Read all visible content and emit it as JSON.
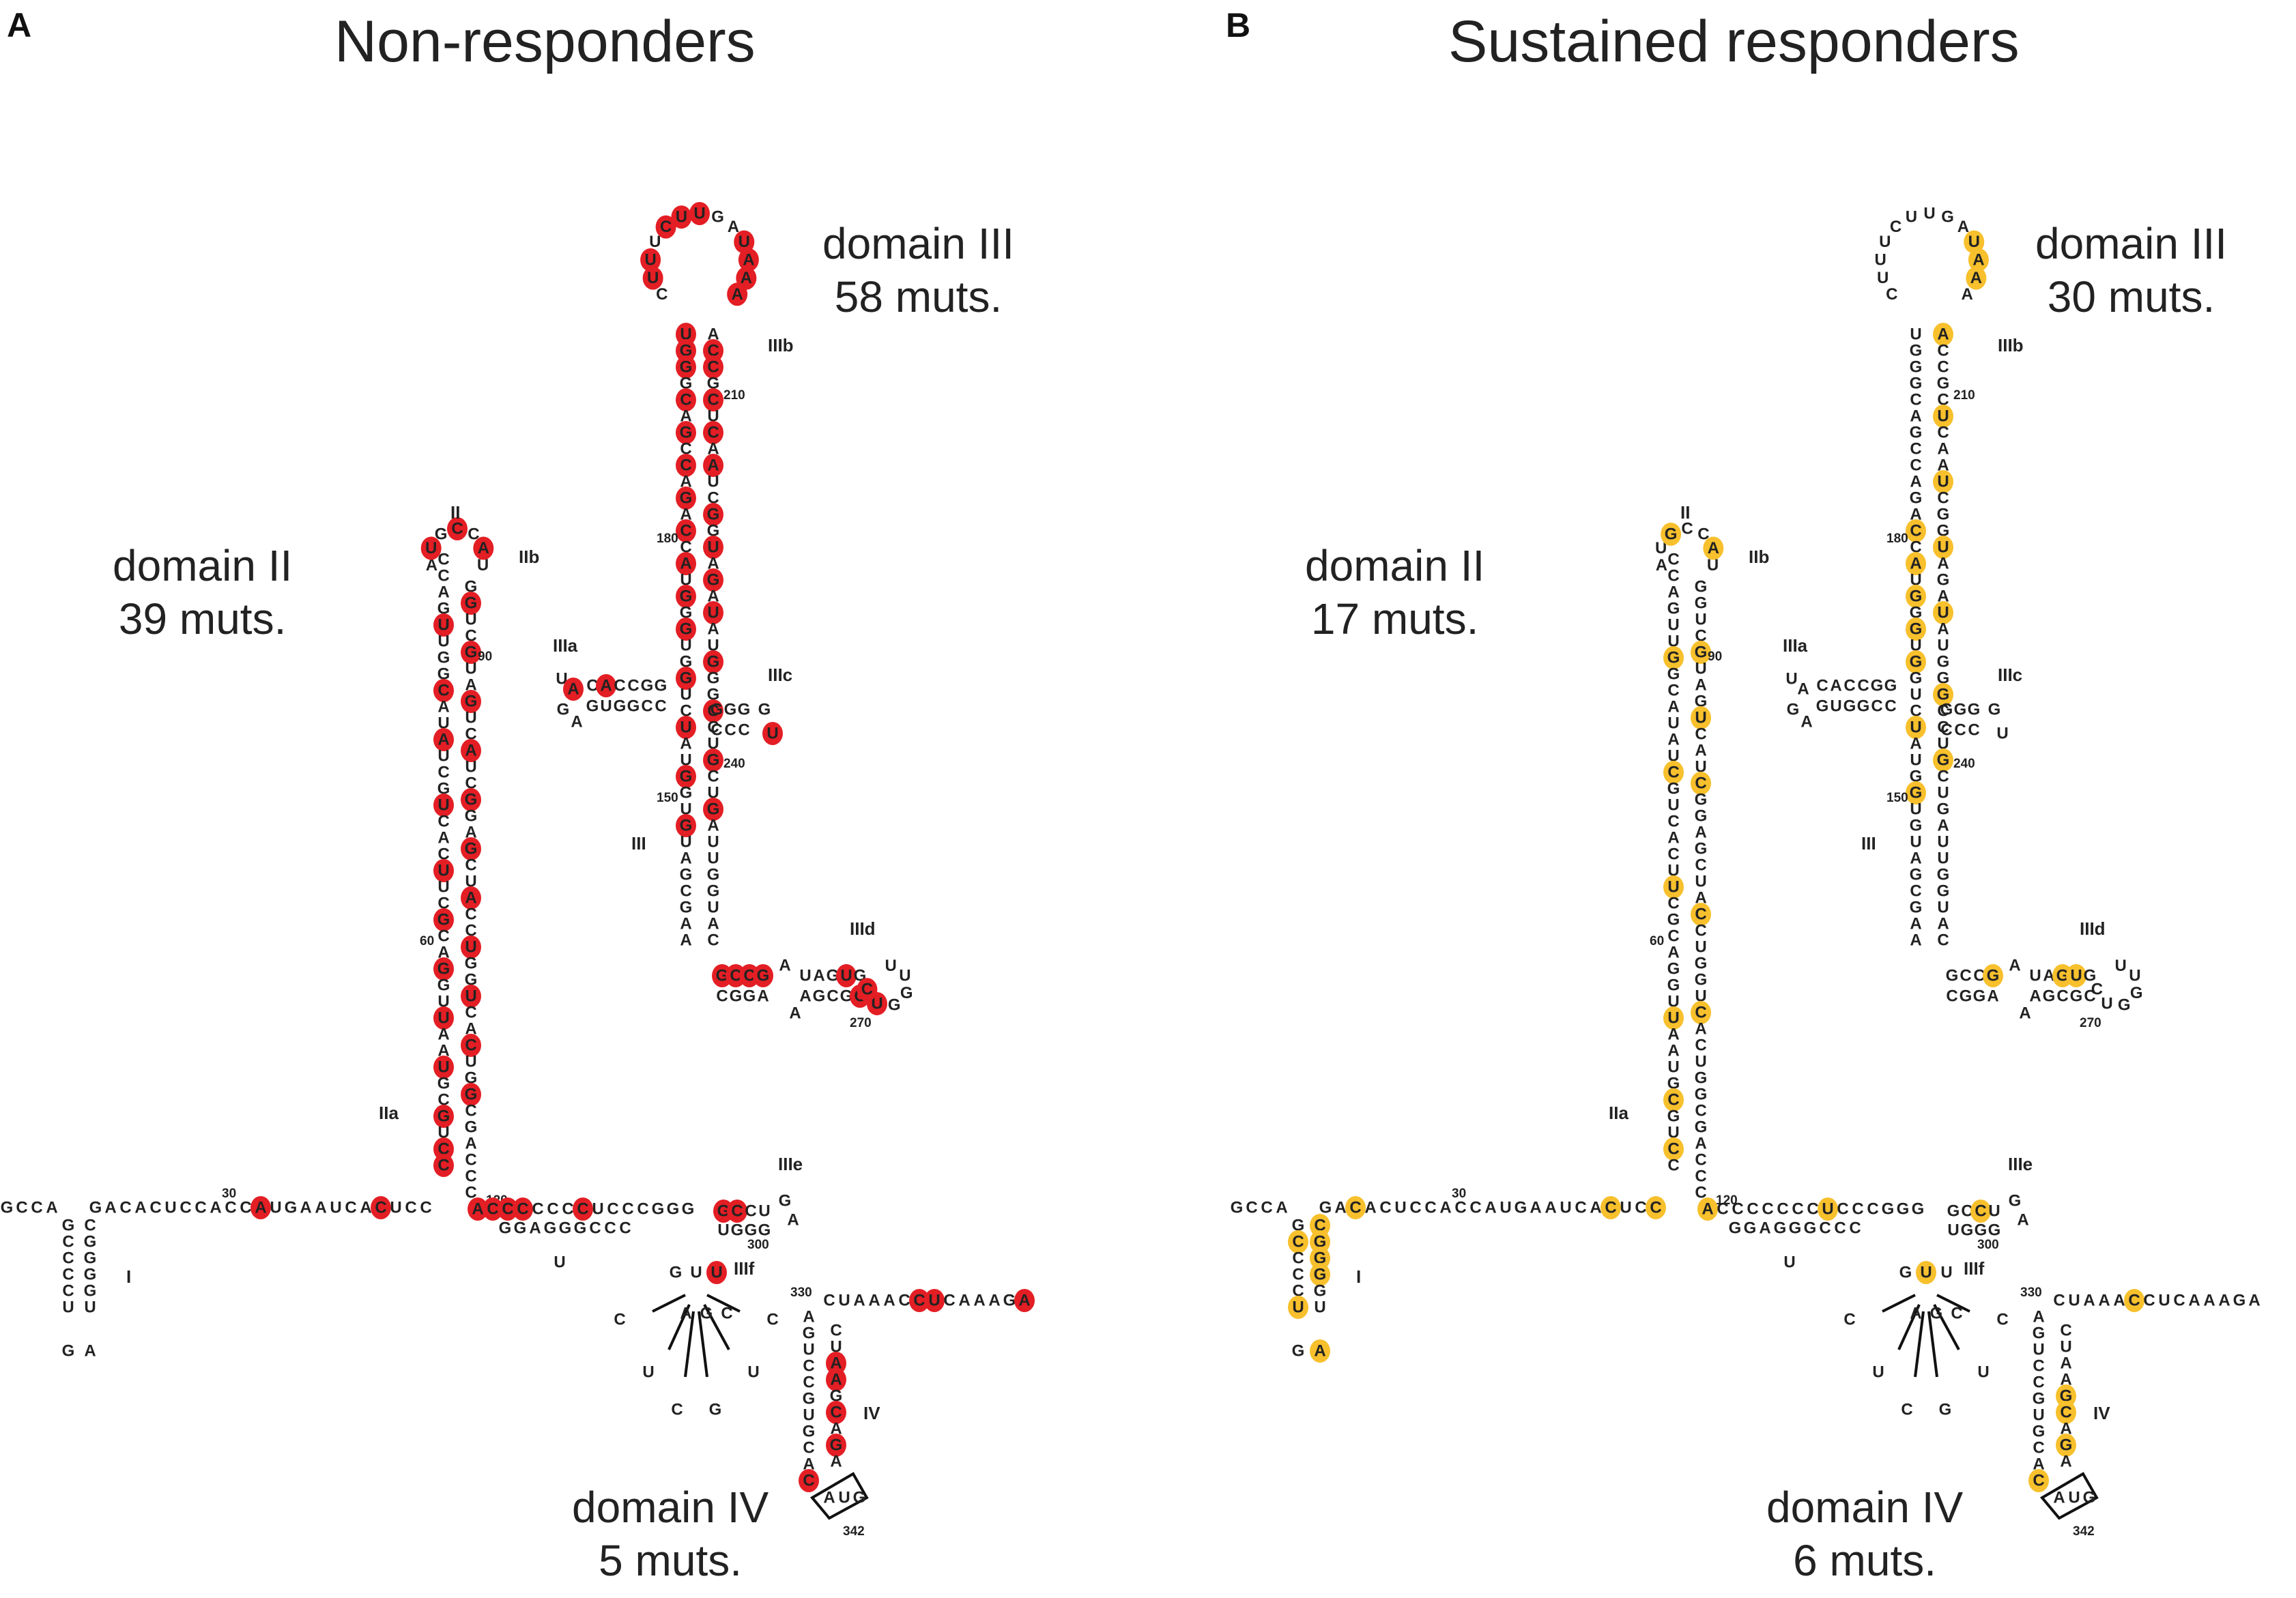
{
  "colors": {
    "nonresponder_mutation": "#e31e24",
    "sustained_mutation": "#f7c02c",
    "text": "#222222"
  },
  "panels": [
    {
      "letter": "A",
      "title": "Non-responders",
      "domains": [
        {
          "name": "domain III",
          "muts": "58 muts."
        },
        {
          "name": "domain II",
          "muts": "39 muts."
        },
        {
          "name": "domain IV",
          "muts": "5 muts."
        }
      ]
    },
    {
      "letter": "B",
      "title": "Sustained responders",
      "domains": [
        {
          "name": "domain III",
          "muts": "30 muts."
        },
        {
          "name": "domain II",
          "muts": "17 muts."
        },
        {
          "name": "domain IV",
          "muts": "6 muts."
        }
      ]
    }
  ],
  "structure": {
    "five_prime": "GCCA",
    "strand_5_30": "GACACUCCACCAUGAAUCACUCC",
    "strand_120": "ACCCCCCCUCCCGGG",
    "strand_120_lower": "GGAGGGCCC",
    "strand_3prime": "CUAAACCUCAAAGA",
    "domain_I_left": [
      "G",
      "C",
      "C",
      "C",
      "C",
      "U"
    ],
    "domain_I_right": [
      "C",
      "G",
      "G",
      "G",
      "G",
      "U"
    ],
    "domain_I_loop": "GA",
    "sub_labels": [
      "I",
      "II",
      "IIa",
      "IIb",
      "III",
      "IIIa",
      "IIIb",
      "IIIc",
      "IIId",
      "IIIe",
      "IIIf",
      "IV"
    ],
    "numbers": [
      "30",
      "60",
      "90",
      "120",
      "150",
      "180",
      "210",
      "240",
      "270",
      "300",
      "330",
      "342"
    ],
    "IIIa_top": "CACCGG",
    "IIIa_bottom": "GUGGCC",
    "IIIc_top": "GGG",
    "IIIc_bottom": "CCC",
    "IIId_top": "UAGUG",
    "IIId_bottom": "AGCGC",
    "IIId_left_top": "GCCG",
    "IIId_left_bottom": "CGGA",
    "IIIe_top": "GCCU",
    "IIIe_bottom": "UGGG"
  }
}
